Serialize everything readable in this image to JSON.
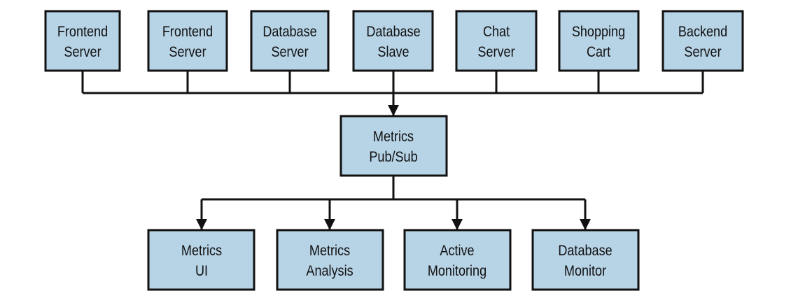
{
  "colors": {
    "box_fill": "#b7d3e6",
    "stroke": "#111111",
    "text": "#111111",
    "background": "#ffffff"
  },
  "sources": [
    {
      "line1": "Frontend",
      "line2": "Server"
    },
    {
      "line1": "Frontend",
      "line2": "Server"
    },
    {
      "line1": "Database",
      "line2": "Server"
    },
    {
      "line1": "Database",
      "line2": "Slave"
    },
    {
      "line1": "Chat",
      "line2": "Server"
    },
    {
      "line1": "Shopping",
      "line2": "Cart"
    },
    {
      "line1": "Backend",
      "line2": "Server"
    }
  ],
  "hub": {
    "line1": "Metrics",
    "line2": "Pub/Sub"
  },
  "consumers": [
    {
      "line1": "Metrics",
      "line2": "UI"
    },
    {
      "line1": "Metrics",
      "line2": "Analysis"
    },
    {
      "line1": "Active",
      "line2": "Monitoring"
    },
    {
      "line1": "Database",
      "line2": "Monitor"
    }
  ]
}
